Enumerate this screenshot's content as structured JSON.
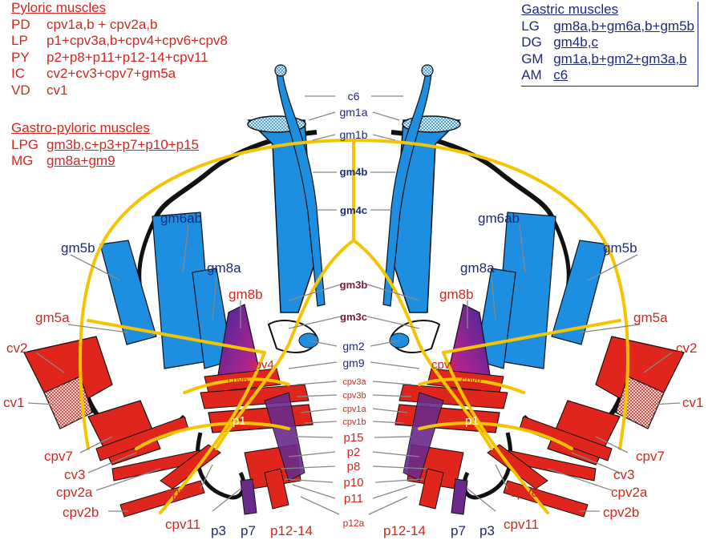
{
  "legend_pyloric": {
    "title": "Pyloric muscles",
    "rows": [
      {
        "abbr": "PD",
        "desc": "cpv1a,b + cpv2a,b"
      },
      {
        "abbr": "LP",
        "desc": "p1+cpv3a,b+cpv4+cpv6+cpv8"
      },
      {
        "abbr": "PY",
        "desc": "p2+p8+p11+p12-14+cpv11"
      },
      {
        "abbr": "IC",
        "desc": "cv2+cv3+cpv7+gm5a"
      },
      {
        "abbr": "VD",
        "desc": "cv1"
      }
    ]
  },
  "legend_gastropyloric": {
    "title": "Gastro-pyloric muscles",
    "rows": [
      {
        "abbr": "LPG",
        "desc": "gm3b,c+p3+p7+p10+p15"
      },
      {
        "abbr": "MG",
        "desc": "gm8a+gm9"
      }
    ]
  },
  "legend_gastric": {
    "title": "Gastric muscles",
    "rows": [
      {
        "abbr": "LG",
        "desc": "gm8a,b+gm6a,b+gm5b"
      },
      {
        "abbr": "DG",
        "desc": "gm4b,c"
      },
      {
        "abbr": "GM",
        "desc": "gm1a,b+gm2+gm3a,b"
      },
      {
        "abbr": "AM",
        "desc": "c6"
      }
    ]
  },
  "center_labels": {
    "c6": "c6",
    "gm1a": "gm1a",
    "gm1b": "gm1b",
    "gm4b": "gm4b",
    "gm4c": "gm4c",
    "gm3b": "gm3b",
    "gm3c": "gm3c",
    "gm2": "gm2",
    "gm9": "gm9",
    "cpv3a": "cpv3a",
    "cpv3b": "cpv3b",
    "cpv1a": "cpv1a",
    "cpv1b": "cpv1b",
    "p15": "p15",
    "p2": "p2",
    "p8": "p8",
    "p10": "p10",
    "p11": "p11",
    "p12a": "p12a"
  },
  "side_labels": {
    "gm6ab": "gm6ab",
    "gm5b": "gm5b",
    "gm8a": "gm8a",
    "gm8b": "gm8b",
    "gm5a": "gm5a",
    "cv2": "cv2",
    "cv1": "cv1",
    "cpv4": "cpv4",
    "cpv6": "cpv6",
    "p1": "p1",
    "cpv7": "cpv7",
    "cv3": "cv3",
    "cpv2a": "cpv2a",
    "cpv2b": "cpv2b",
    "cpv8": "cpv8",
    "cpv11": "cpv11",
    "p3": "p3",
    "p7": "p7",
    "p12_14": "p12-14"
  },
  "colors": {
    "gastric_blue": "#1e8fe0",
    "pyloric_red": "#e0261c",
    "nerve_yellow": "#f5c400",
    "label_navy": "#1e2a7a",
    "label_red": "#d0281e",
    "gastro_pyloric_purple": "#6a2a8a"
  }
}
